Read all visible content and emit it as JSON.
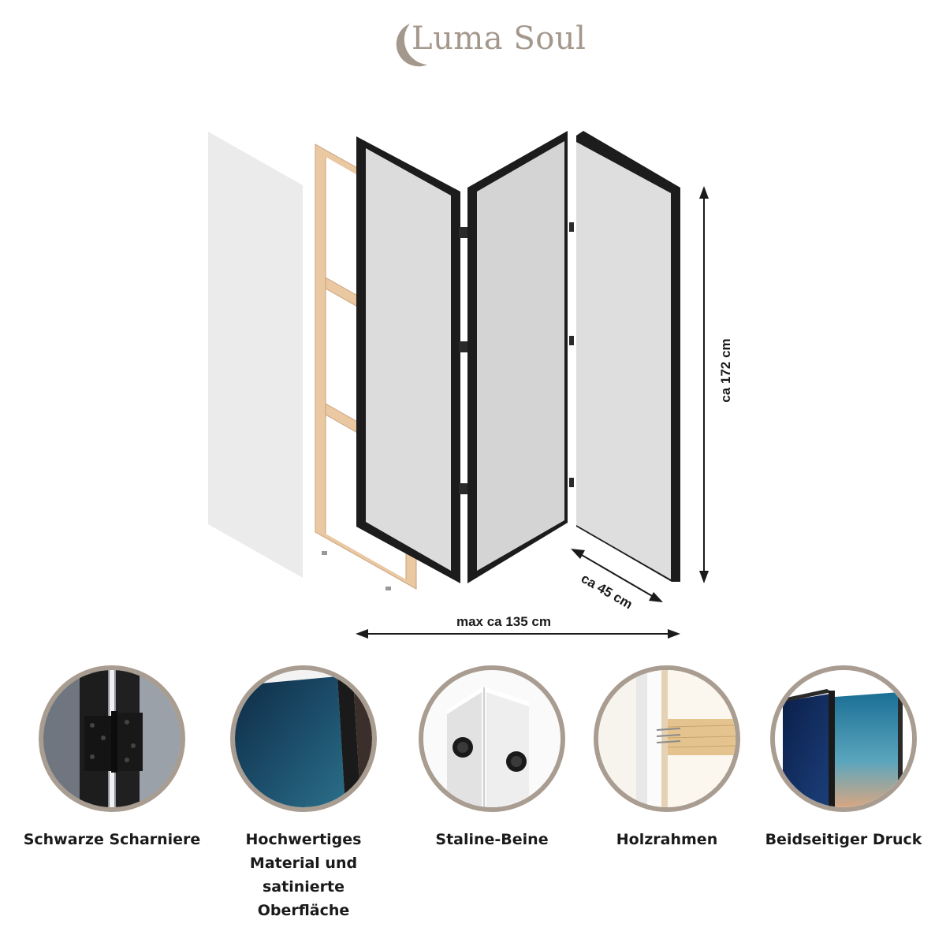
{
  "brand": {
    "name": "Luma Soul",
    "color": "#a4988c"
  },
  "dimensions": {
    "height_label": "ca 172 cm",
    "width_label": "max ca 135 cm",
    "depth_label": "ca 45 cm"
  },
  "features": [
    {
      "label": "Schwarze Scharniere",
      "icon": "hinge"
    },
    {
      "label": "Hochwertiges\nMaterial und satinierte\nOberfläche",
      "icon": "material"
    },
    {
      "label": "Staline-Beine",
      "icon": "feet"
    },
    {
      "label": "Holzrahmen",
      "icon": "wood-frame"
    },
    {
      "label": "Beidseitiger Druck",
      "icon": "print"
    }
  ],
  "colors": {
    "frame_black": "#1a1a1a",
    "panel_gray": "#d6d6d6",
    "wood": "#e6c29a",
    "ring": "#a99c90"
  }
}
